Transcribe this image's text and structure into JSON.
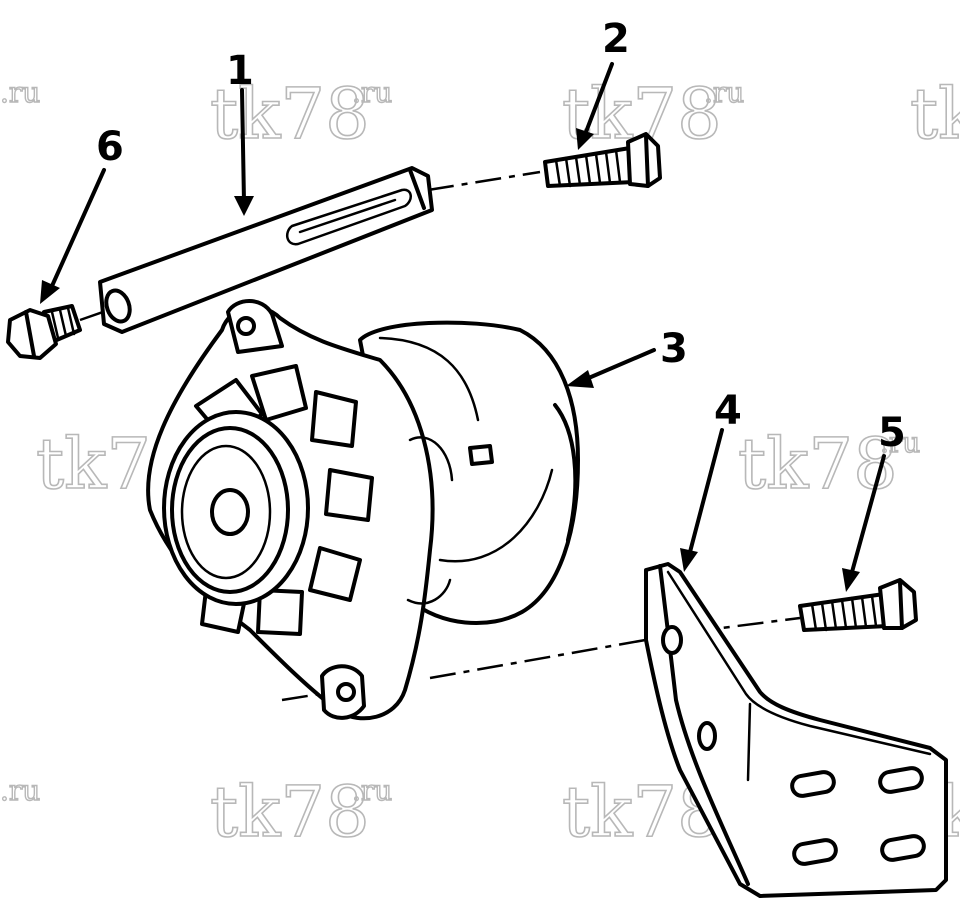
{
  "callouts": {
    "c1": "1",
    "c2": "2",
    "c3": "3",
    "c4": "4",
    "c5": "5",
    "c6": "6"
  },
  "watermark": {
    "main": "tk78",
    "suffix": ".ru"
  },
  "colors": {
    "ink": "#000000",
    "watermark": "#b8b8b8",
    "background": "#ffffff"
  }
}
